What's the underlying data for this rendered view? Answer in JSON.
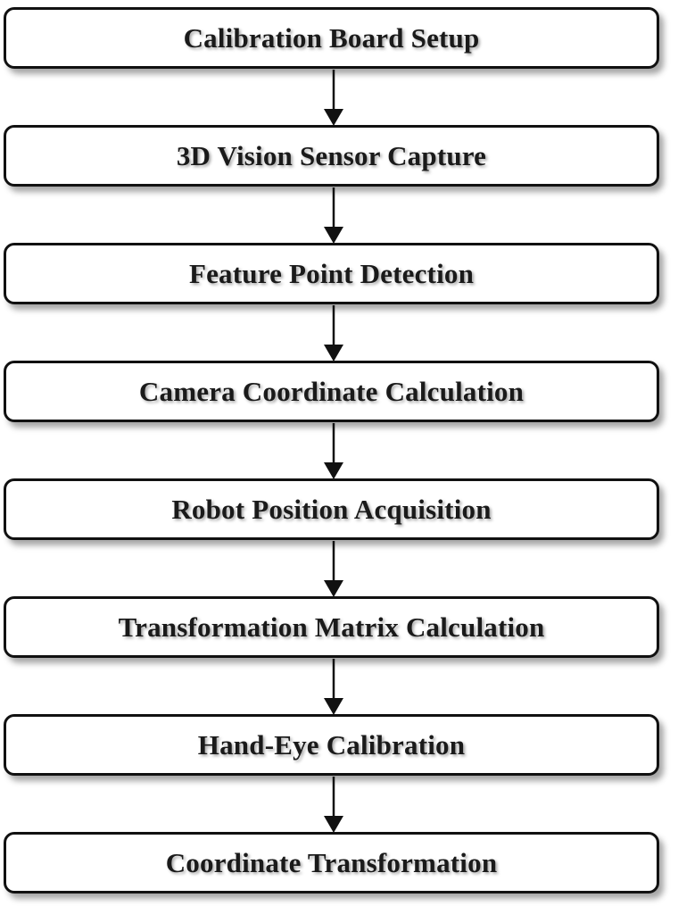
{
  "flowchart": {
    "steps": [
      {
        "label": "Calibration Board Setup"
      },
      {
        "label": "3D Vision Sensor Capture"
      },
      {
        "label": "Feature Point Detection"
      },
      {
        "label": "Camera Coordinate Calculation"
      },
      {
        "label": "Robot Position Acquisition"
      },
      {
        "label": "Transformation Matrix Calculation"
      },
      {
        "label": "Hand-Eye Calibration"
      },
      {
        "label": "Coordinate Transformation"
      }
    ],
    "colors": {
      "border": "#111111",
      "text": "#1a1a1a",
      "background": "#ffffff"
    }
  }
}
